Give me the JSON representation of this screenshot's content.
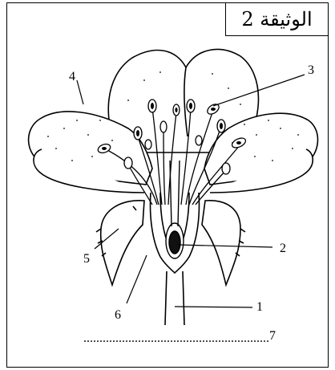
{
  "document": {
    "title": "الوثيقة 2"
  },
  "labels": {
    "l1": "1",
    "l2": "2",
    "l3": "3",
    "l4": "4",
    "l5": "5",
    "l6": "6",
    "l7": "7"
  },
  "answer_blank": ".........................................................."
}
